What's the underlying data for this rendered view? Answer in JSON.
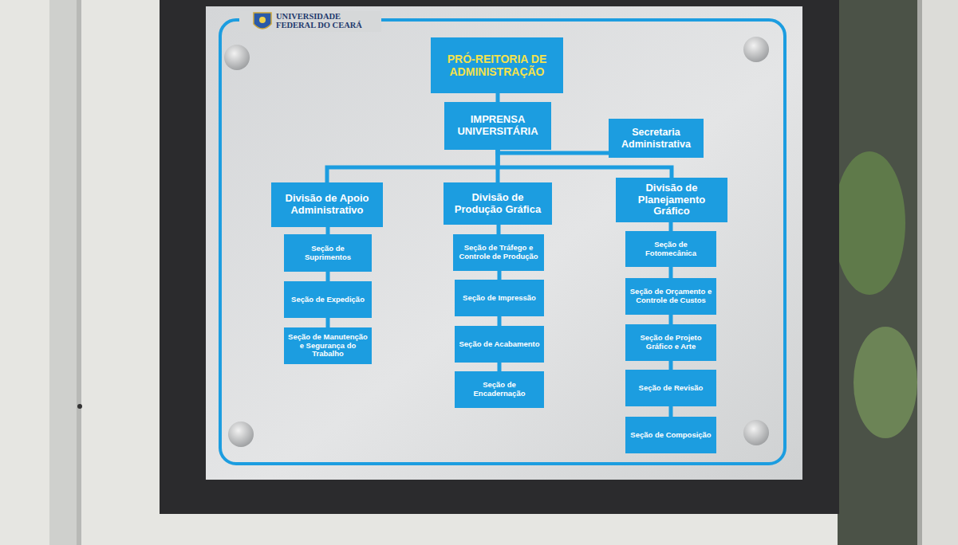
{
  "diagram": {
    "nodes": [
      {
        "text": [
          "PRÓ-REITORIA DE ADMINISTRAÇÃO"
        ]
      },
      {
        "text": [
          "IMPRENSA UNIVERSITÁRIA"
        ]
      },
      {
        "text": [
          "Secretaria Administrativa"
        ]
      },
      {
        "text": [
          "Divisão de Apoio Administrativo"
        ]
      },
      {
        "text": [
          "Divisão de Produção Gráfica"
        ]
      },
      {
        "text": [
          "Divisão de Planejamento Gráfico"
        ]
      },
      {
        "text": [
          "Seção de Suprimentos"
        ]
      },
      {
        "text": [
          "Seção de Expedição"
        ]
      },
      {
        "text": [
          "Seção de Manutenção e Segurança do Trabalho"
        ]
      },
      {
        "text": [
          "Seção de Tráfego e Controle de Produção"
        ]
      },
      {
        "text": [
          "Seção de Impressão"
        ]
      },
      {
        "text": [
          "Seção de Acabamento"
        ]
      },
      {
        "text": [
          "Seção de Encadernação"
        ]
      },
      {
        "text": [
          "Seção de Fotomecânica"
        ]
      },
      {
        "text": [
          "Seção de Orçamento e Controle de Custos"
        ]
      },
      {
        "text": [
          "Seção de Projeto Gráfico e Arte"
        ]
      },
      {
        "text": [
          "Seção de Revisão"
        ]
      },
      {
        "text": [
          "Seção de Composição"
        ]
      }
    ],
    "edges": [
      {
        "from": 0,
        "to": 1,
        "arrow": "none"
      },
      {
        "from": 1,
        "to": 2,
        "arrow": "none"
      },
      {
        "from": 1,
        "to": 3,
        "arrow": "none"
      },
      {
        "from": 1,
        "to": 4,
        "arrow": "none"
      },
      {
        "from": 1,
        "to": 5,
        "arrow": "none"
      },
      {
        "from": 3,
        "to": 6,
        "arrow": "none"
      },
      {
        "from": 6,
        "to": 7,
        "arrow": "none"
      },
      {
        "from": 7,
        "to": 8,
        "arrow": "none"
      },
      {
        "from": 4,
        "to": 9,
        "arrow": "none"
      },
      {
        "from": 9,
        "to": 10,
        "arrow": "none"
      },
      {
        "from": 10,
        "to": 11,
        "arrow": "none"
      },
      {
        "from": 11,
        "to": 12,
        "arrow": "none"
      },
      {
        "from": 5,
        "to": 13,
        "arrow": "none"
      },
      {
        "from": 13,
        "to": 14,
        "arrow": "none"
      },
      {
        "from": 14,
        "to": 15,
        "arrow": "none"
      },
      {
        "from": 15,
        "to": 16,
        "arrow": "none"
      },
      {
        "from": 16,
        "to": 17,
        "arrow": "none"
      }
    ],
    "labels": [
      "UNIVERSIDADE FEDERAL DO CEARÁ"
    ]
  }
}
